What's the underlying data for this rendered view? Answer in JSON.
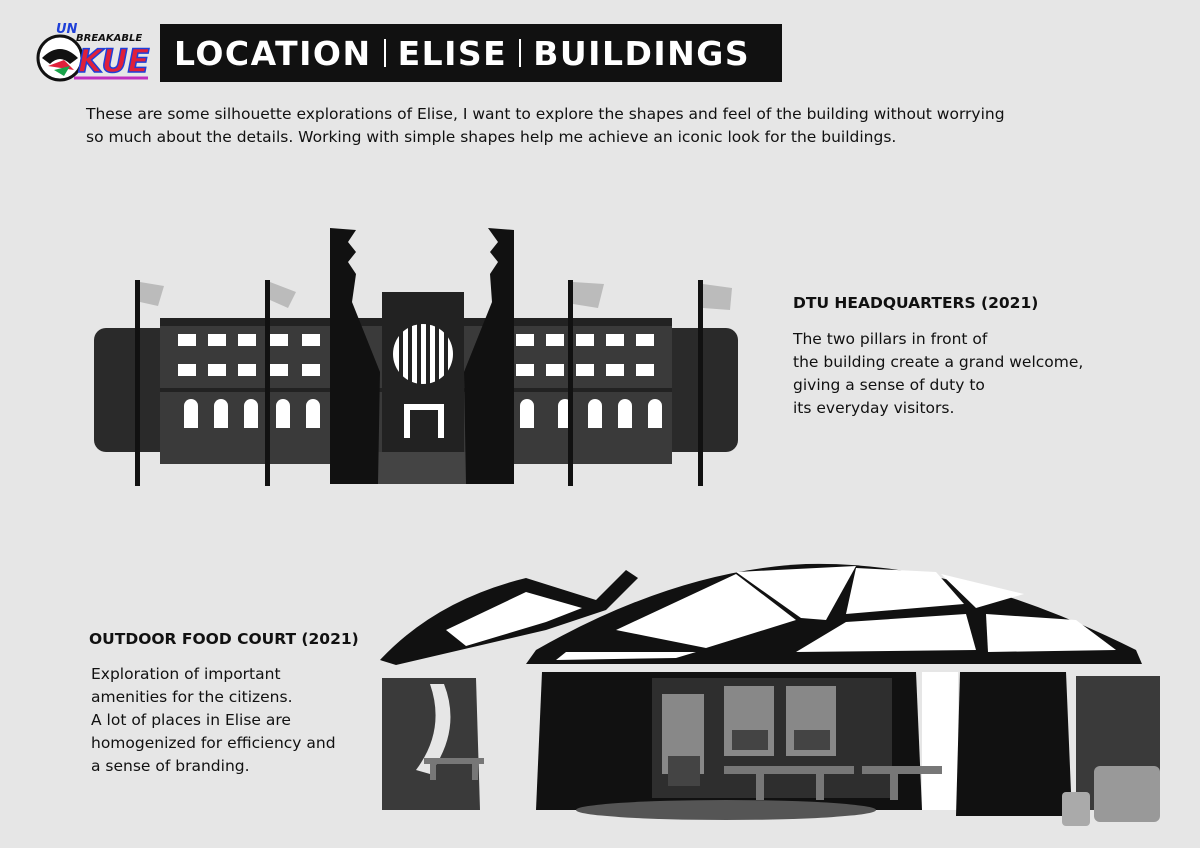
{
  "logo": {
    "line1": "UN",
    "line2": "BREAKABLE",
    "line3": "KUE"
  },
  "title": {
    "part1": "LOCATION",
    "part2": "ELISE",
    "part3": "BUILDINGS"
  },
  "intro": "These are some silhouette explorations of Elise, I want to explore the shapes and feel of the building without worrying so much about the details. Working with simple shapes help me achieve an iconic look for the buildings.",
  "hq": {
    "title": "DTU HEADQUARTERS (2021)",
    "description": "The two pillars in front of\nthe building create a grand welcome,\ngiving a sense of duty to\nits everyday visitors."
  },
  "food_court": {
    "title": "OUTDOOR FOOD COURT (2021)",
    "description": "Exploration of important\namenities for the citizens.\nA lot of places in Elise are\nhomogenized for efficiency and\na sense of branding."
  },
  "colors": {
    "background": "#e6e6e6",
    "title_bar": "#111111",
    "logo_blue": "#1e3fd8",
    "logo_red": "#e0203a",
    "logo_magenta": "#c030c0"
  }
}
